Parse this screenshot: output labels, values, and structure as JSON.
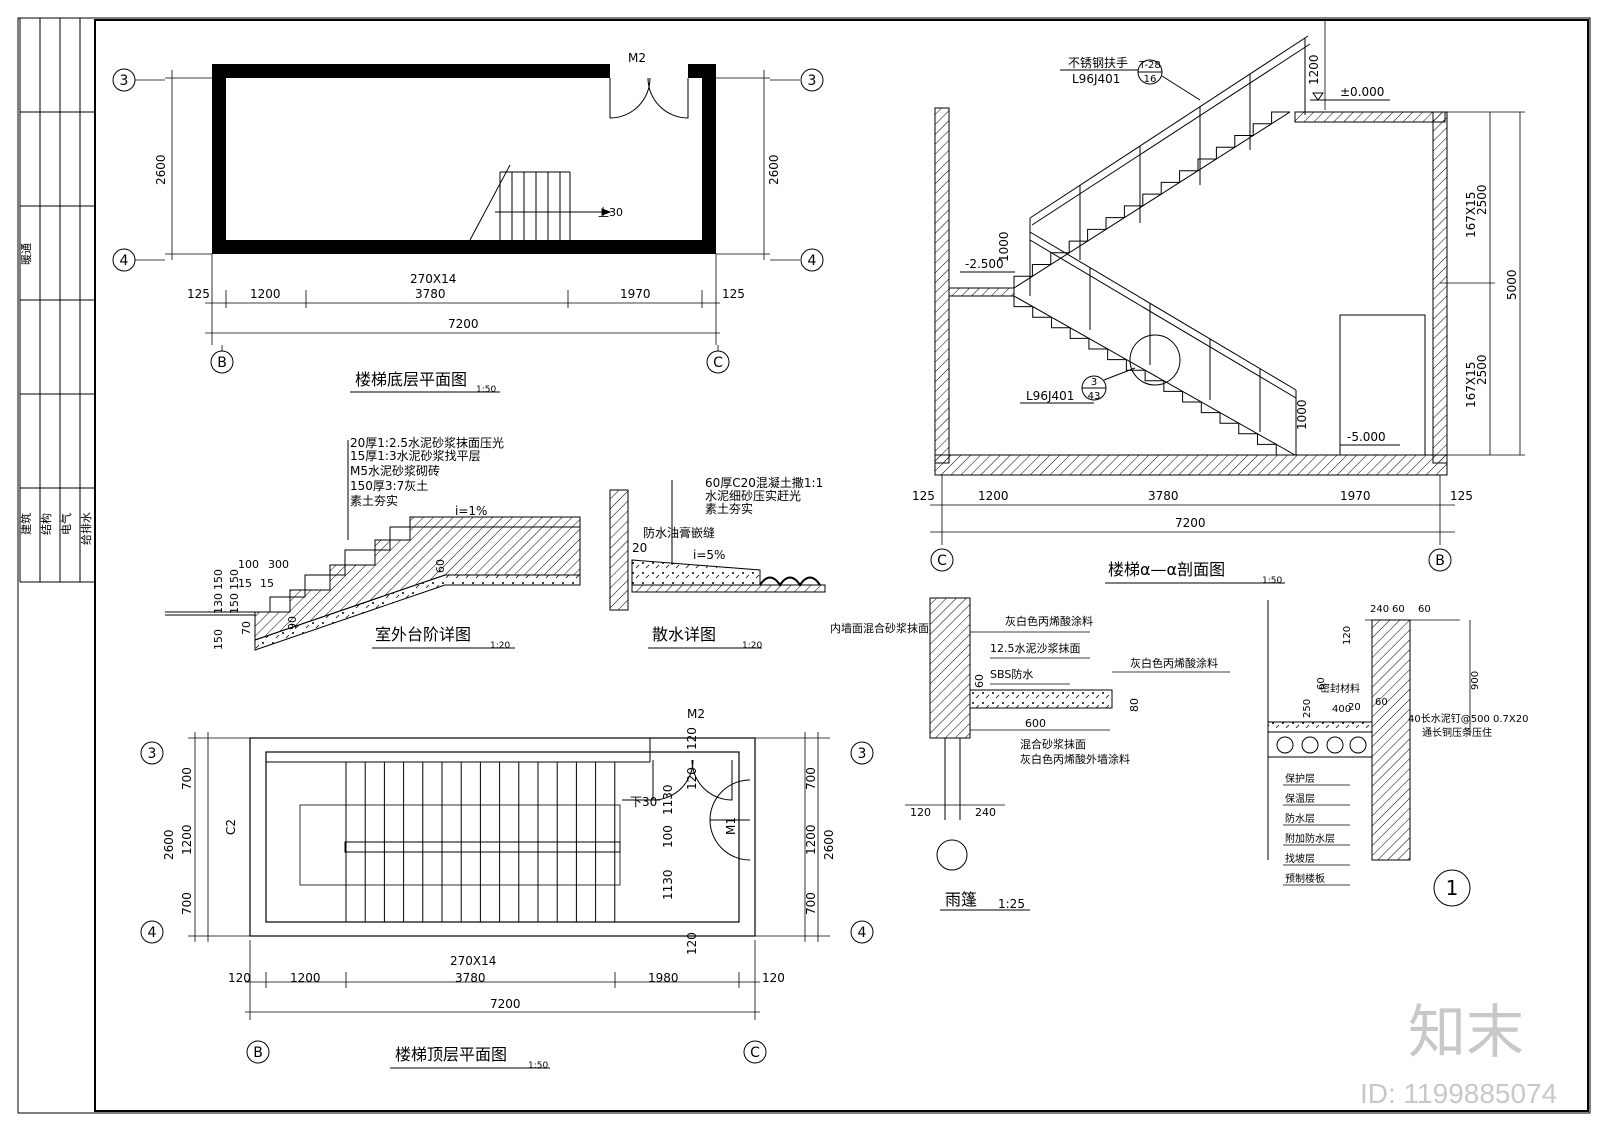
{
  "titleblock": [
    "建筑",
    "结构",
    "电气",
    "给排水",
    "暖通"
  ],
  "plan_bottom": {
    "title": "楼梯底层平面图",
    "scale": "1:50",
    "door": "M2",
    "up": "上30",
    "steps": "270X14",
    "dims": [
      "125",
      "1200",
      "3780",
      "1970",
      "125",
      "7200",
      "2600",
      "2600"
    ],
    "axes": [
      "3",
      "4",
      "3",
      "4",
      "B",
      "C"
    ]
  },
  "section": {
    "title": "楼梯α—α剖面图",
    "scale": "1:50",
    "rail": "不锈钢扶手",
    "rail_ref": "L96J401",
    "rail_num": "T-28",
    "rail_den": "16",
    "det_ref": "L96J401",
    "det_num": "3",
    "det_den": "43",
    "elev0": "±0.000",
    "elevm25": "-2.500",
    "elevm5": "-5.000",
    "dims": [
      "1200",
      "1000",
      "1000",
      "167X15",
      "2500",
      "167X15",
      "2500",
      "5000",
      "125",
      "1200",
      "3780",
      "1970",
      "125",
      "7200"
    ],
    "axes": [
      "C",
      "B"
    ]
  },
  "outdoor_step": {
    "title": "室外台阶详图",
    "scale": "1:20",
    "layers": [
      "20厚1:2.5水泥砂浆抹面压光",
      "15厚1:3水泥砂浆找平层",
      "M5水泥砂浆砌砖",
      "150厚3:7灰土",
      "素土夯实"
    ],
    "slope": "i=1%",
    "dims": [
      "100",
      "300",
      "150",
      "150",
      "130",
      "150",
      "150",
      "15",
      "15",
      "60",
      "90",
      "70"
    ]
  },
  "apron": {
    "title": "散水详图",
    "scale": "1:20",
    "layers": [
      "60厚C20混凝土撒1:1",
      "水泥细砂压实赶光",
      "素土夯实"
    ],
    "seal": "防水油膏嵌缝",
    "slope": "i=5%",
    "dim20": "20"
  },
  "canopy": {
    "title": "雨篷",
    "scale": "1:25",
    "labels": [
      "内墙面混合砂浆抹面",
      "灰白色丙烯酸涂料",
      "12.5水泥沙浆抹面",
      "SBS防水",
      "灰白色丙烯酸涂料",
      "混合砂浆抹面",
      "灰白色丙烯酸外墙涂料"
    ],
    "dims": [
      "60",
      "80",
      "600",
      "120",
      "240"
    ]
  },
  "detail1": {
    "num": "1",
    "top_dims": [
      "240",
      "60",
      "60"
    ],
    "labels": [
      "密封材料",
      "40长水泥钉@500 0.7X20",
      "通长铜压条压住"
    ],
    "dims": [
      "120",
      "250",
      "60",
      "20",
      "400",
      "60",
      "900"
    ],
    "layers": [
      "保护层",
      "保温层",
      "防水层",
      "附加防水层",
      "找坡层",
      "预制楼板"
    ]
  },
  "plan_top": {
    "title": "楼梯顶层平面图",
    "scale": "1:50",
    "door2": "M2",
    "door1": "M1",
    "win": "C2",
    "down": "下30",
    "steps": "270X14",
    "dims": [
      "120",
      "120",
      "1130",
      "100",
      "1130",
      "120",
      "700",
      "1200",
      "700",
      "2600",
      "700",
      "1200",
      "700",
      "2600",
      "120",
      "1200",
      "3780",
      "1980",
      "120",
      "7200"
    ],
    "axes": [
      "3",
      "4",
      "3",
      "4",
      "B",
      "C"
    ]
  },
  "brand": {
    "logo": "知末",
    "id": "ID: 1199885074"
  },
  "colors": {
    "line": "#000000",
    "watermark": "#c8c8c8"
  }
}
